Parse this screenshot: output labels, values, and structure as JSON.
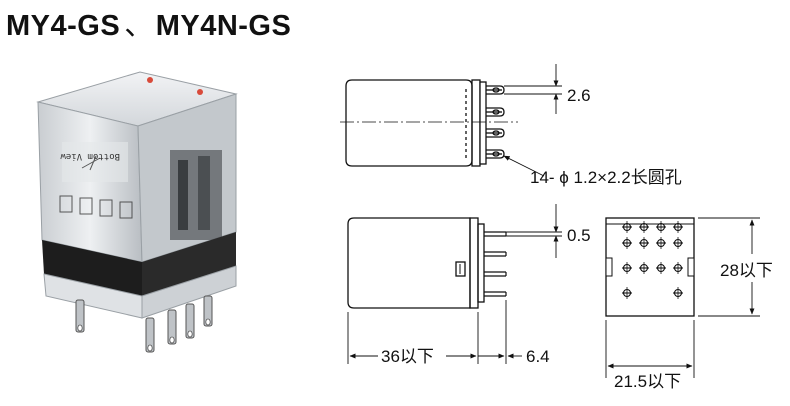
{
  "title": {
    "part1": "MY4-GS",
    "separator": "、",
    "part2": "MY4N-GS"
  },
  "photo": {
    "label_bottom_view": "Bottom View"
  },
  "dimensions": {
    "pin_pitch": "2.6",
    "hole_spec": "14- ϕ 1.2×2.2长圆孔",
    "pin_thickness": "0.5",
    "height": "28以下",
    "body_length": "36以下",
    "pin_length": "6.4",
    "width": "21.5以下"
  },
  "colors": {
    "line": "#111111",
    "relay_body": "#d9dde0",
    "relay_base": "#1d1d1d"
  }
}
